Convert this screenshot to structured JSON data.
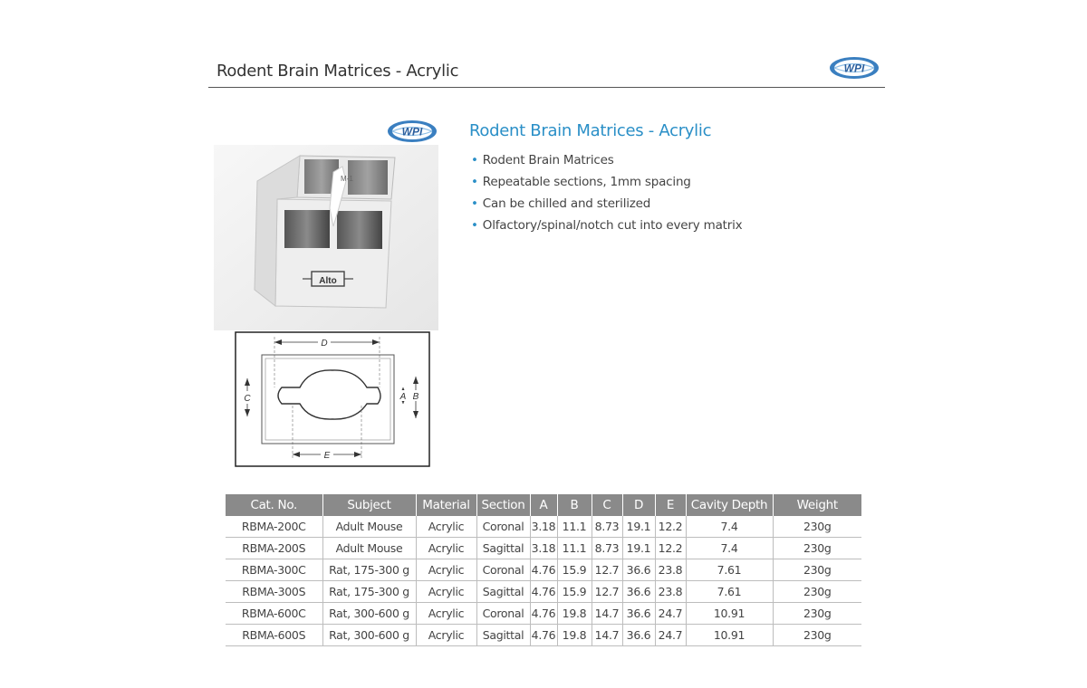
{
  "header": {
    "title": "Rodent Brain Matrices - Acrylic"
  },
  "logo": {
    "text": "WPI",
    "color": "#3a7fc0"
  },
  "product": {
    "title": "Rodent Brain Matrices - Acrylic",
    "features": [
      "Rodent Brain Matrices",
      "Repeatable sections, 1mm spacing",
      "Can be chilled and sterilized",
      "Olfactory/spinal/notch cut into every matrix"
    ],
    "photo_label_top": "M-1",
    "photo_brand": "Alto"
  },
  "diagram": {
    "labels": {
      "a": "A",
      "b": "B",
      "c": "C",
      "d": "D",
      "e": "E"
    }
  },
  "table": {
    "headers": [
      "Cat. No.",
      "Subject",
      "Material",
      "Section",
      "A",
      "B",
      "C",
      "D",
      "E",
      "Cavity Depth",
      "Weight"
    ],
    "rows": [
      [
        "RBMA-200C",
        "Adult Mouse",
        "Acrylic",
        "Coronal",
        "3.18",
        "11.1",
        "8.73",
        "19.1",
        "12.2",
        "7.4",
        "230g"
      ],
      [
        "RBMA-200S",
        "Adult Mouse",
        "Acrylic",
        "Sagittal",
        "3.18",
        "11.1",
        "8.73",
        "19.1",
        "12.2",
        "7.4",
        "230g"
      ],
      [
        "RBMA-300C",
        "Rat, 175-300 g",
        "Acrylic",
        "Coronal",
        "4.76",
        "15.9",
        "12.7",
        "36.6",
        "23.8",
        "7.61",
        "230g"
      ],
      [
        "RBMA-300S",
        "Rat, 175-300 g",
        "Acrylic",
        "Sagittal",
        "4.76",
        "15.9",
        "12.7",
        "36.6",
        "23.8",
        "7.61",
        "230g"
      ],
      [
        "RBMA-600C",
        "Rat, 300-600 g",
        "Acrylic",
        "Coronal",
        "4.76",
        "19.8",
        "14.7",
        "36.6",
        "24.7",
        "10.91",
        "230g"
      ],
      [
        "RBMA-600S",
        "Rat, 300-600 g",
        "Acrylic",
        "Sagittal",
        "4.76",
        "19.8",
        "14.7",
        "36.6",
        "24.7",
        "10.91",
        "230g"
      ]
    ]
  }
}
